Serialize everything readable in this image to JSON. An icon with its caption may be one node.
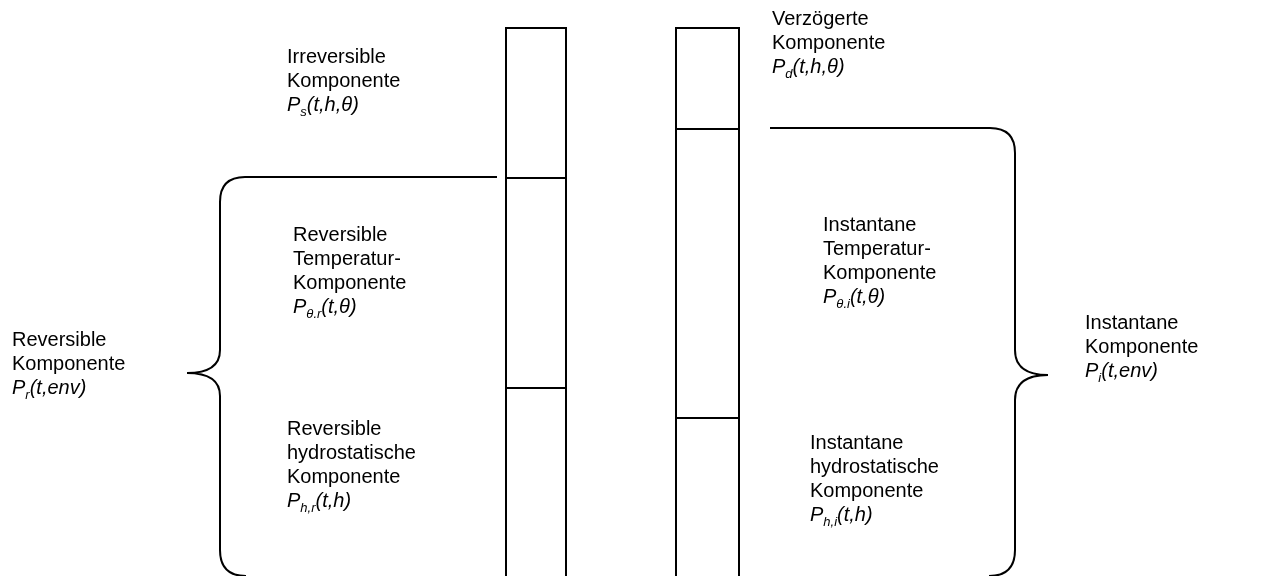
{
  "diagram": {
    "nodes": [
      {
        "text": [],
        "shape": "box",
        "beside": [
          "Irreversible Komponente",
          "P$_{s}$(t,h,θ)"
        ]
      },
      {
        "text": [],
        "shape": "box",
        "beside": [
          "Reversible Temperatur-Komponente",
          "P$_{θ.r}$(t,θ)"
        ]
      },
      {
        "text": [],
        "shape": "box",
        "beside": [
          "Reversible hydrostatische Komponente",
          "P$_{h,r}$(t,h)"
        ]
      },
      {
        "text": [],
        "shape": "box",
        "beside": [
          "Verzögerte Komponente",
          "P$_{d}$(t,h,θ)"
        ]
      },
      {
        "text": [],
        "shape": "box",
        "beside": [
          "Instantane Temperatur-Komponente",
          "P$_{θ.i}$(t,θ)"
        ]
      },
      {
        "text": [],
        "shape": "box",
        "beside": [
          "Instantane hydrostatische Komponente",
          "P$_{h,i}$(t,h)"
        ]
      }
    ],
    "labels": [
      "Reversible Komponente",
      "P$_{r}$(t,env)",
      "Instantane Komponente",
      "P$_{i}$(t,env)"
    ]
  }
}
